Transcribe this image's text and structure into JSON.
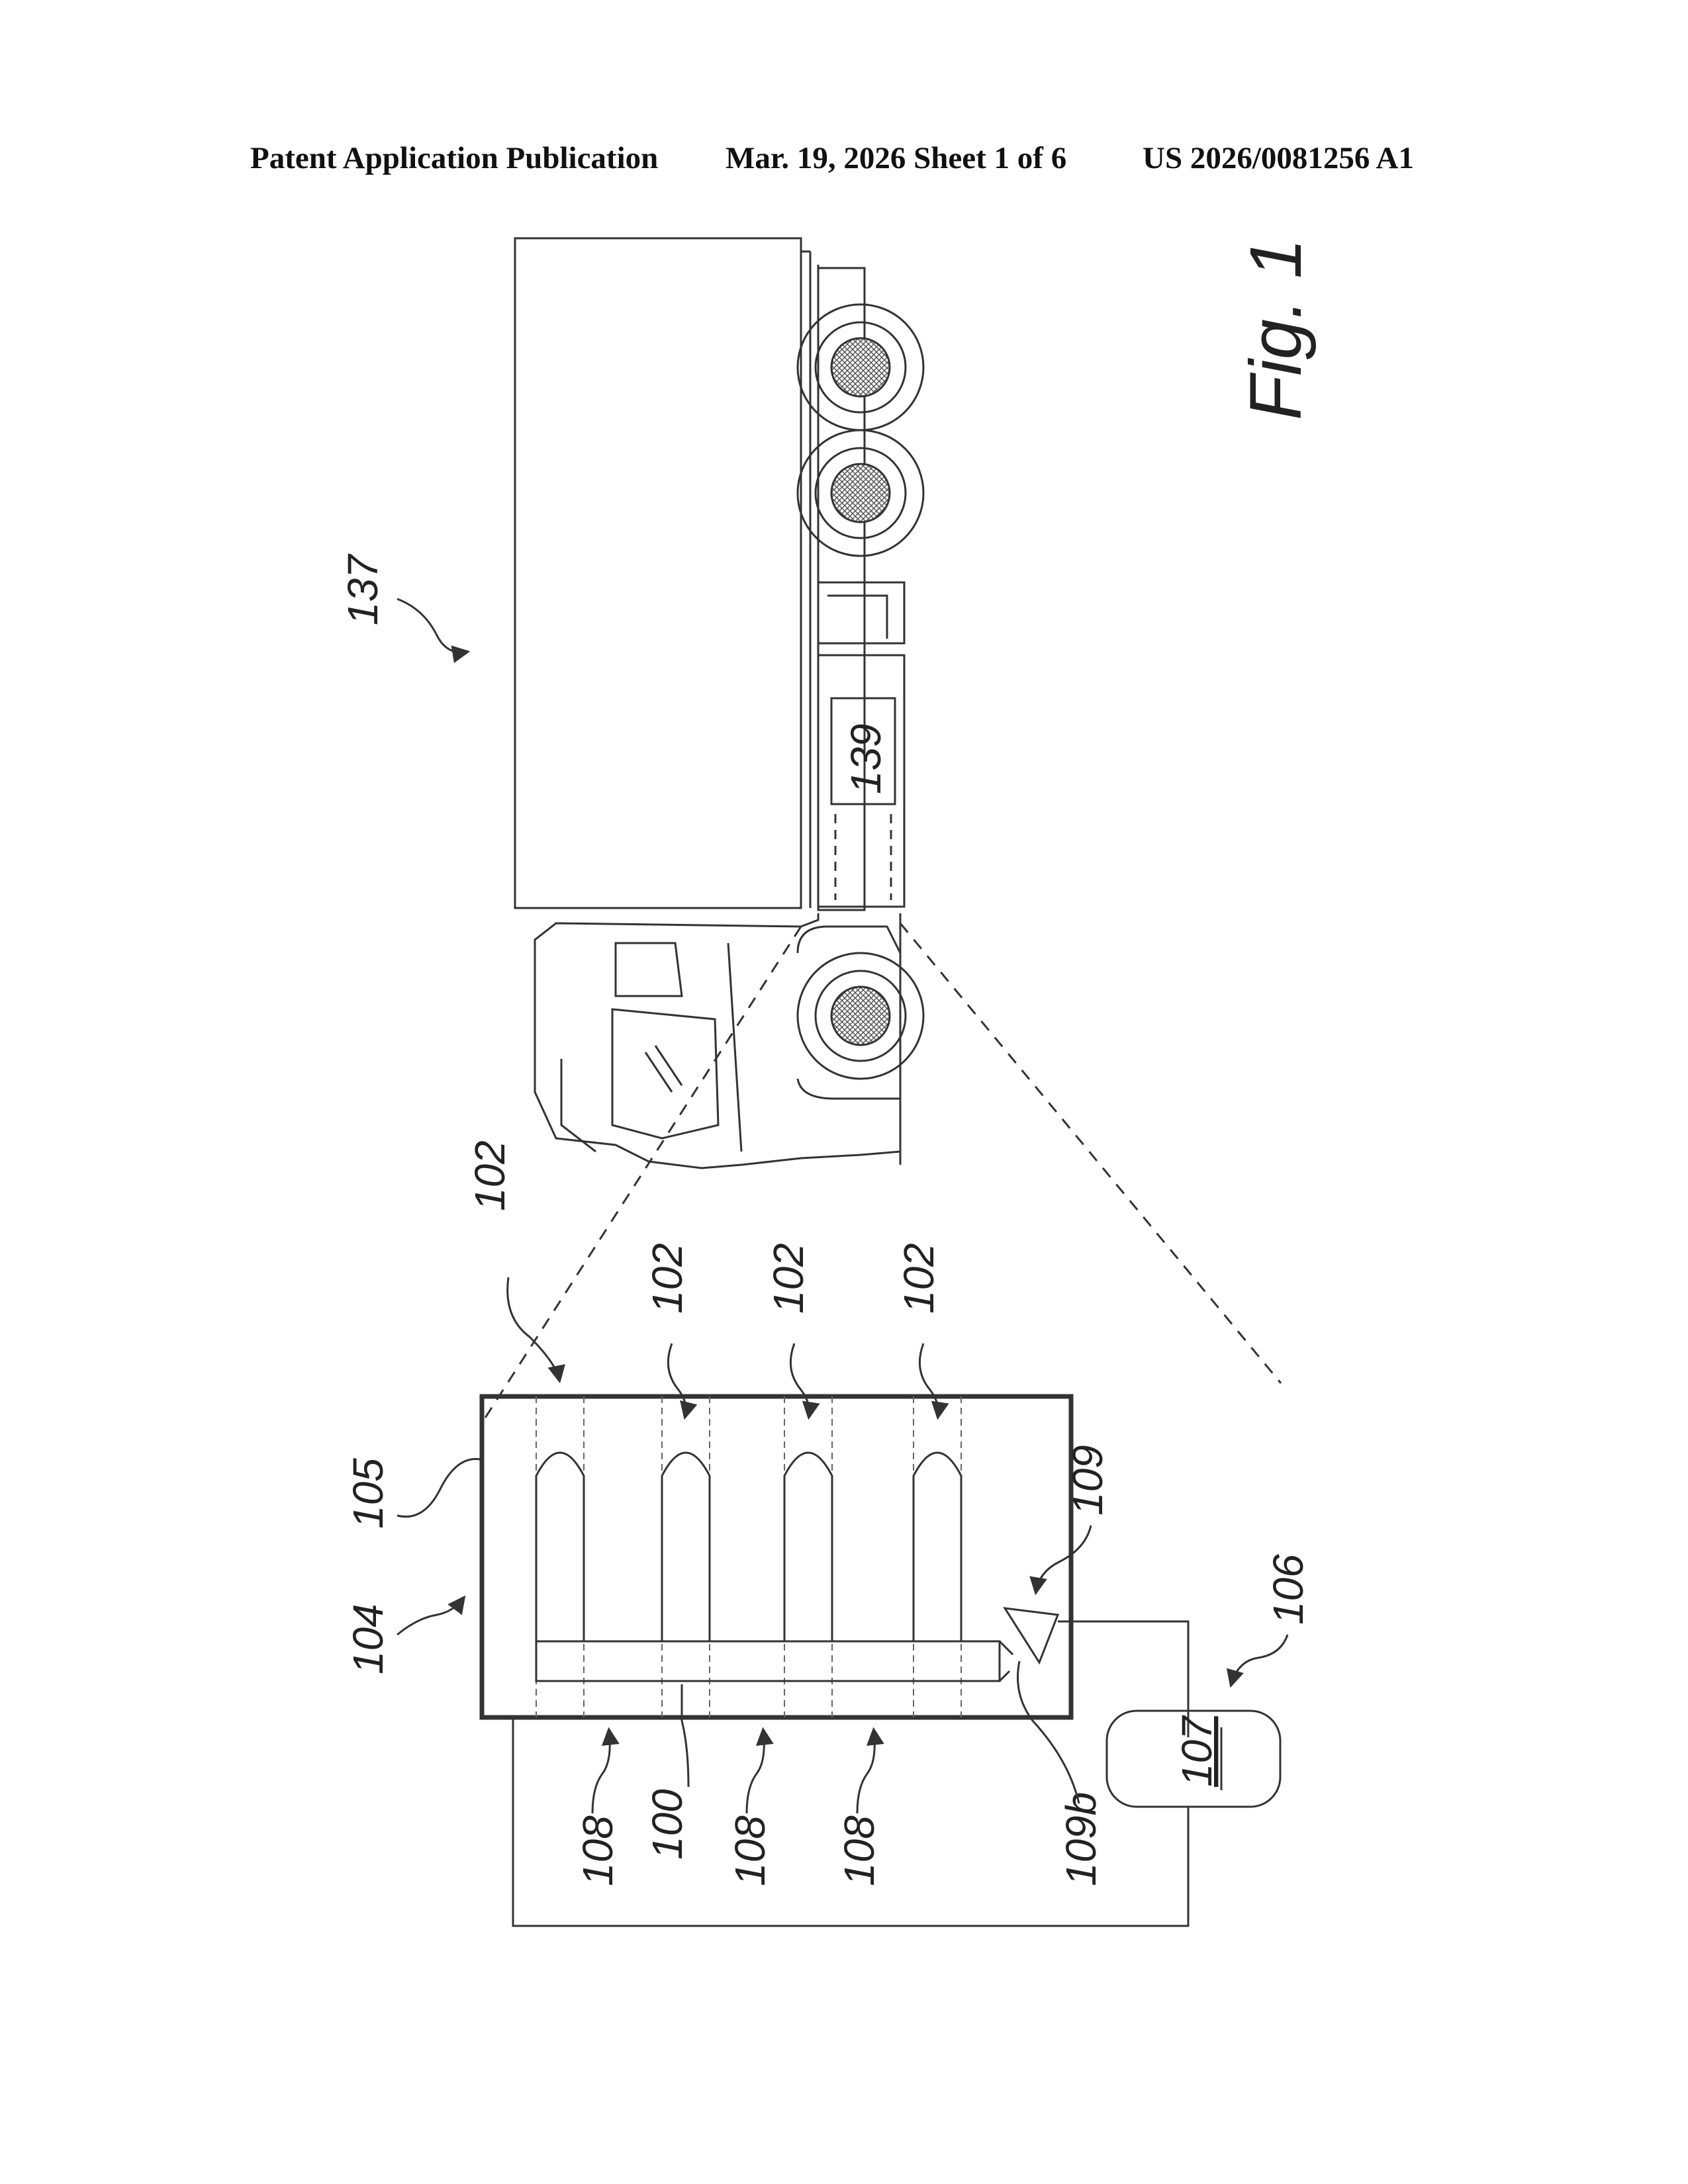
{
  "header": {
    "publication": "Patent Application Publication",
    "date_sheet": "Mar. 19, 2026  Sheet 1 of 6",
    "number": "US 2026/0081256 A1"
  },
  "figure": {
    "label": "Fig. 1",
    "refs": {
      "vehicle": "137",
      "battery_pack": "139",
      "system": "104",
      "housing": "105",
      "cells": "102",
      "manifold": "100",
      "ports": "108",
      "valve": "109",
      "valve_outlet": "109b",
      "controller_group": "106",
      "controller": "107"
    }
  },
  "colors": {
    "line": "#222222",
    "background": "#ffffff"
  }
}
